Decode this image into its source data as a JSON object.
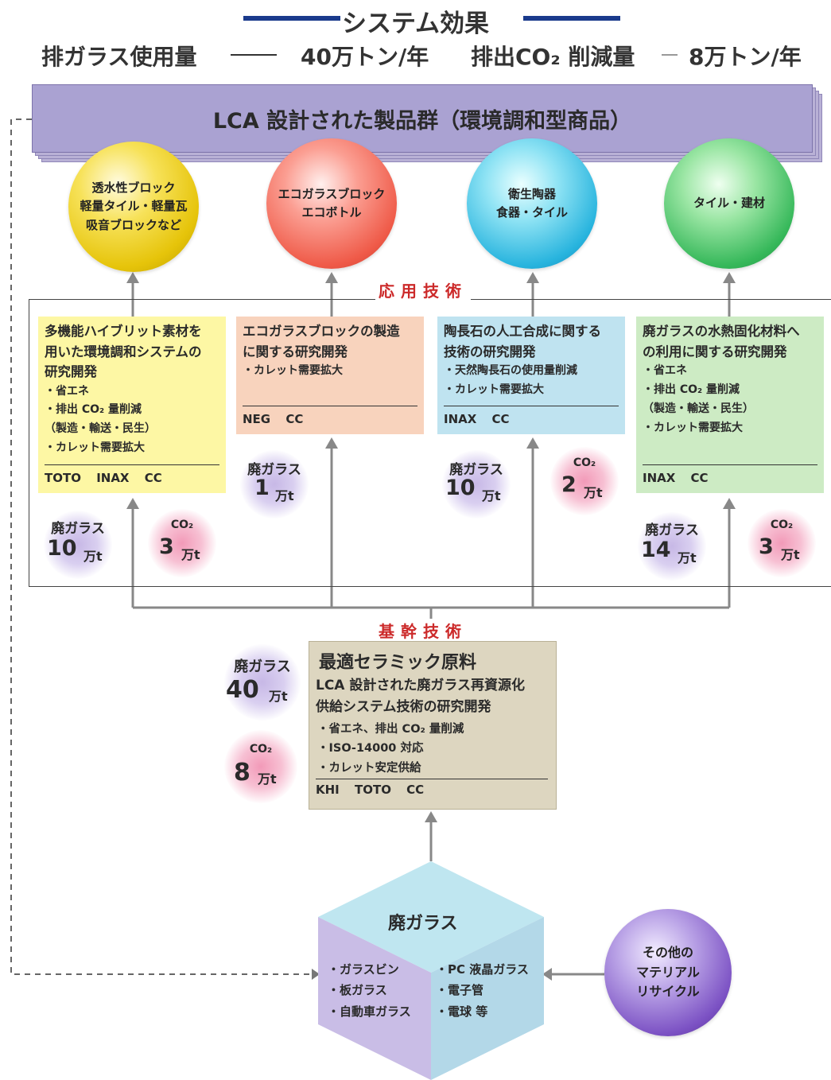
{
  "title": "システム効果",
  "effects": {
    "glass_usage_label": "排ガラス使用量",
    "glass_usage_value": "40万トン/年",
    "co2_label": "排出CO₂ 削減量",
    "co2_value": "8万トン/年"
  },
  "banner": "LCA 設計された製品群（環境調和型商品）",
  "products": [
    {
      "text": "透水性ブロック\n軽量タイル・軽量瓦\n吸音ブロックなど",
      "color": "#f0d21e"
    },
    {
      "text": "エコガラスブロック\nエコボトル",
      "color": "#f06a5a"
    },
    {
      "text": "衛生陶器\n食器・タイル",
      "color": "#2fb8df"
    },
    {
      "text": "タイル・建材",
      "color": "#3fbf5e"
    }
  ],
  "applied_label": "応用技術",
  "core_label": "基幹技術",
  "cards": [
    {
      "title": "多機能ハイブリット素材を\n用いた環境調和システムの\n研究開発",
      "items": "・省エネ\n・排出 CO₂ 量削減\n（製造・輸送・民生）\n・カレット需要拡大",
      "org": "TOTO INAX CC",
      "color": "#fdf7a4"
    },
    {
      "title": "エコガラスブロックの製造\nに関する研究開発",
      "items": "・カレット需要拡大",
      "org": "NEG CC",
      "color": "#f8d3bd"
    },
    {
      "title": "陶長石の人工合成に関する\n技術の研究開発",
      "items": "・天然陶長石の使用量削減\n・カレット需要拡大",
      "org": "INAX CC",
      "color": "#bfe3f0"
    },
    {
      "title": "廃ガラスの水熱固化材料へ\nの利用に関する研究開発",
      "items": "・省エネ\n・排出 CO₂ 量削減\n（製造・輸送・民生）\n・カレット需要拡大",
      "org": "INAX CC",
      "color": "#cdebc4"
    }
  ],
  "bubbles": {
    "waste_label": "廃ガラス",
    "co2_label": "CO₂",
    "unit": "万t",
    "card1_waste": "10",
    "card1_co2": "3",
    "card2_waste": "1",
    "card3_waste": "10",
    "card3_co2": "2",
    "card4_waste": "14",
    "card4_co2": "3",
    "core_waste": "40",
    "core_co2": "8"
  },
  "core": {
    "title": "最適セラミック原料",
    "subtitle": "LCA 設計された廃ガラス再資源化\n供給システム技術の研究開発",
    "items": "・省エネ、排出 CO₂ 量削減\n・ISO-14000 対応\n・カレット安定供給",
    "org": "KHI TOTO CC"
  },
  "waste_glass": {
    "title": "廃ガラス",
    "left_items": "・ガラスビン\n・板ガラス\n・自動車ガラス",
    "right_items": "・PC 液晶ガラス\n・電子管\n・電球 等"
  },
  "other_recycle": "その他の\nマテリアル\nリサイクル"
}
